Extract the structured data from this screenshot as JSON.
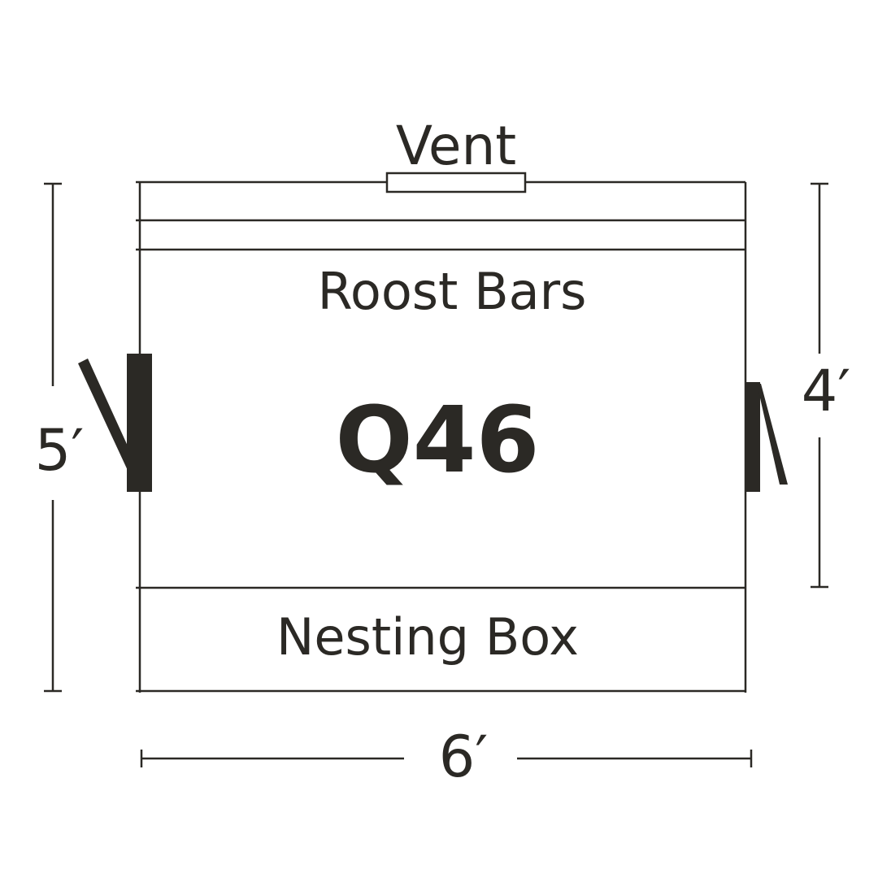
{
  "diagram": {
    "vent_label": "Vent",
    "roost_label": "Roost Bars",
    "plan_code": "Q46",
    "nesting_label": "Nesting Box",
    "dimensions": {
      "left_height": "5′",
      "right_height": "4′",
      "bottom_width": "6′"
    },
    "colors": {
      "ink": "#2b2925",
      "background": "#ffffff"
    }
  }
}
